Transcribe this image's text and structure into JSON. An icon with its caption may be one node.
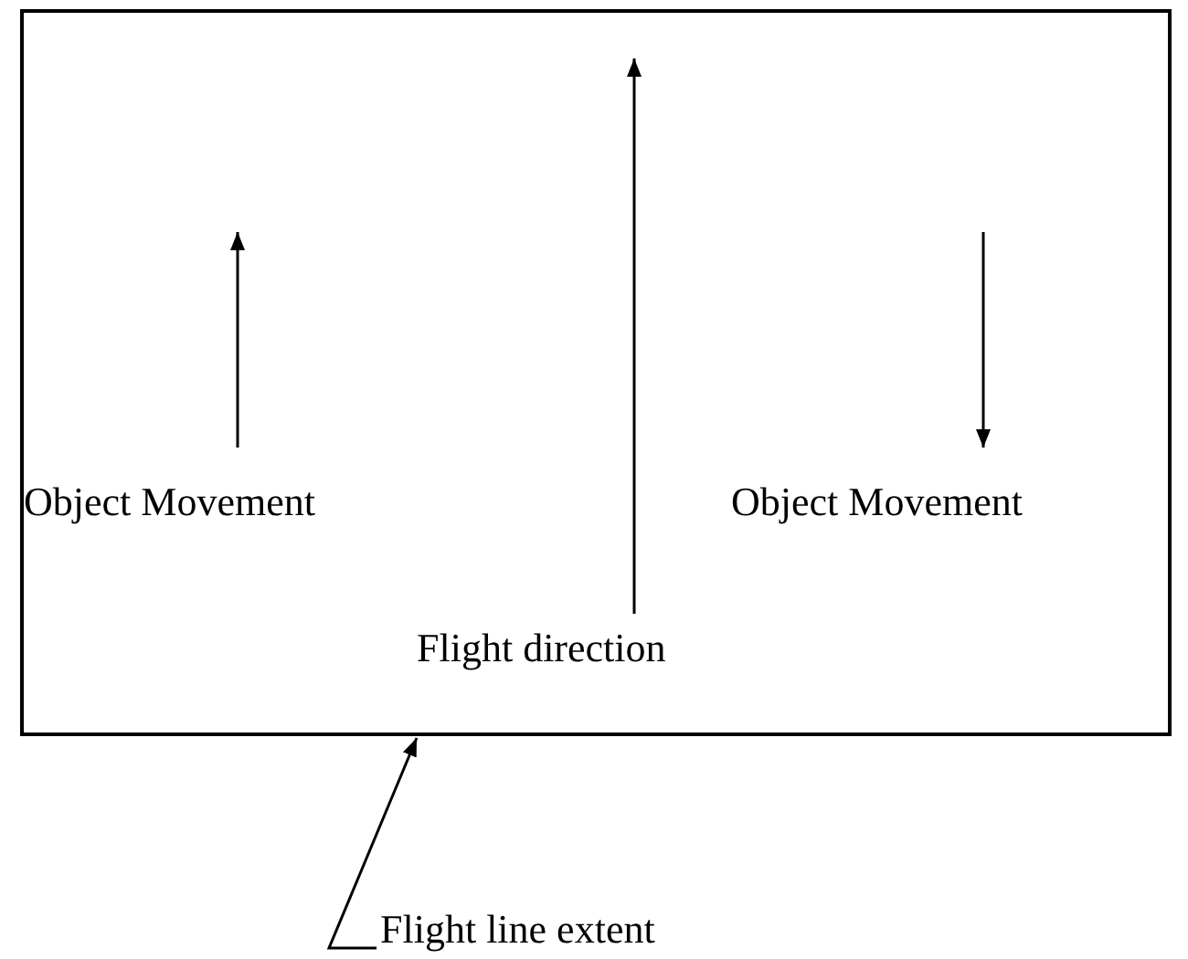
{
  "diagram": {
    "nodes": [
      {
        "text": [],
        "shape": "box"
      },
      {
        "text": [
          "Flight line extent"
        ]
      }
    ],
    "edges": [
      {
        "from": 1,
        "to": 0,
        "arrow": "to"
      }
    ],
    "labels": [
      "Object Movement",
      "Object Movement",
      "Flight direction"
    ]
  }
}
